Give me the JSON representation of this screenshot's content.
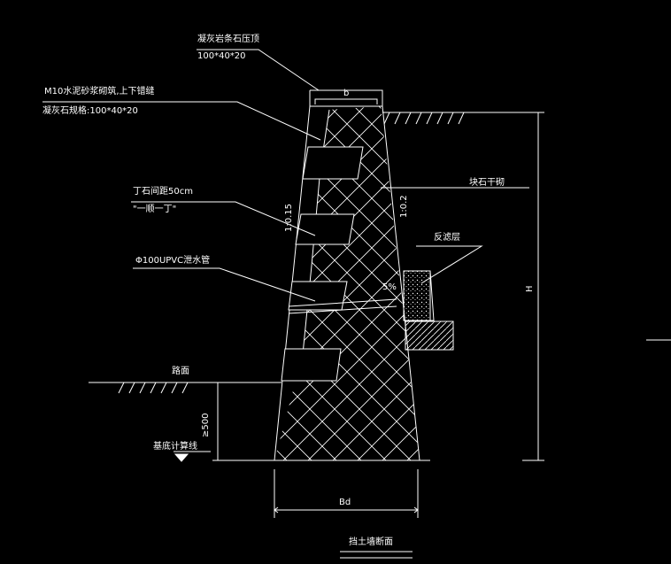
{
  "labels": {
    "coping_name": "凝灰岩条石压顶",
    "coping_size": "100*40*20",
    "mortar_line1": "M10水泥砂浆砌筑,上下错缝",
    "mortar_line2": "凝灰石规格:100*40*20",
    "tie_stone_line1": "丁石间距50cm",
    "tie_stone_line2": "\"一顺一丁\"",
    "drain_pipe": "Φ100UPVC泄水管",
    "backfill": "块石干砌",
    "filter_layer": "反滤层",
    "slope_left": "1:0.15",
    "slope_right": "1:0.2",
    "drain_slope": "5%",
    "road_surface": "路面",
    "foundation_line": "基底计算线",
    "depth": "≥500",
    "top_width": "b",
    "height": "H",
    "base_width": "Bd",
    "title": "挡土墙断面"
  },
  "colors": {
    "background": "#000000",
    "lines": "#ffffff"
  }
}
